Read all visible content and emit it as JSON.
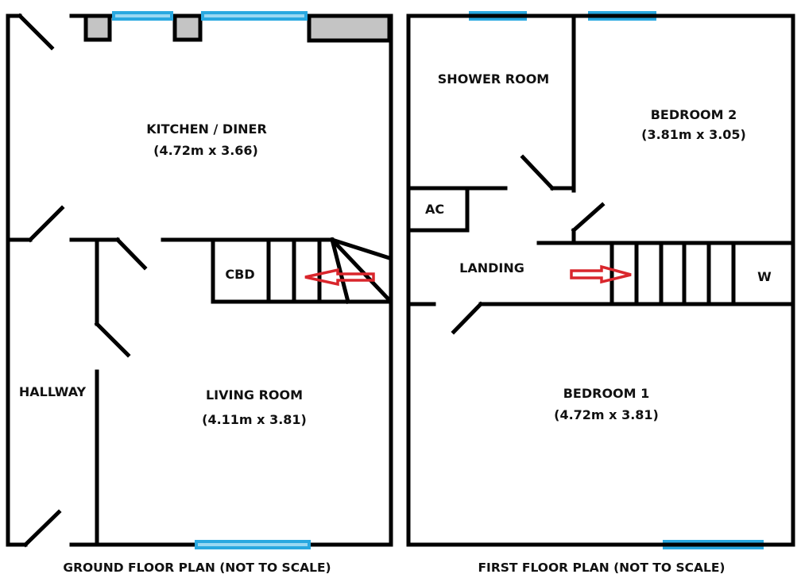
{
  "ground_floor": {
    "caption": "GROUND FLOOR PLAN (NOT TO SCALE)",
    "rooms": {
      "kitchen": {
        "name": "KITCHEN / DINER",
        "size": "(4.72m x 3.66)"
      },
      "living": {
        "name": "LIVING ROOM",
        "size": "(4.11m x 3.81)"
      },
      "hallway": {
        "name": "HALLWAY"
      },
      "cupboard": {
        "name": "CBD"
      }
    }
  },
  "first_floor": {
    "caption": "FIRST FLOOR PLAN (NOT TO SCALE)",
    "rooms": {
      "shower": {
        "name": "SHOWER ROOM"
      },
      "bedroom2": {
        "name": "BEDROOM 2",
        "size": "(3.81m x 3.05)"
      },
      "bedroom1": {
        "name": "BEDROOM 1",
        "size": "(4.72m x 3.81)"
      },
      "landing": {
        "name": "LANDING"
      },
      "airing": {
        "name": "AC"
      },
      "wardrobe": {
        "name": "W"
      }
    }
  },
  "colors": {
    "wall": "#000000",
    "window": "#29a8e0",
    "window_inner": "#9ad8f2",
    "fixture": "#c4c4c4",
    "arrow": "#d9262c"
  }
}
